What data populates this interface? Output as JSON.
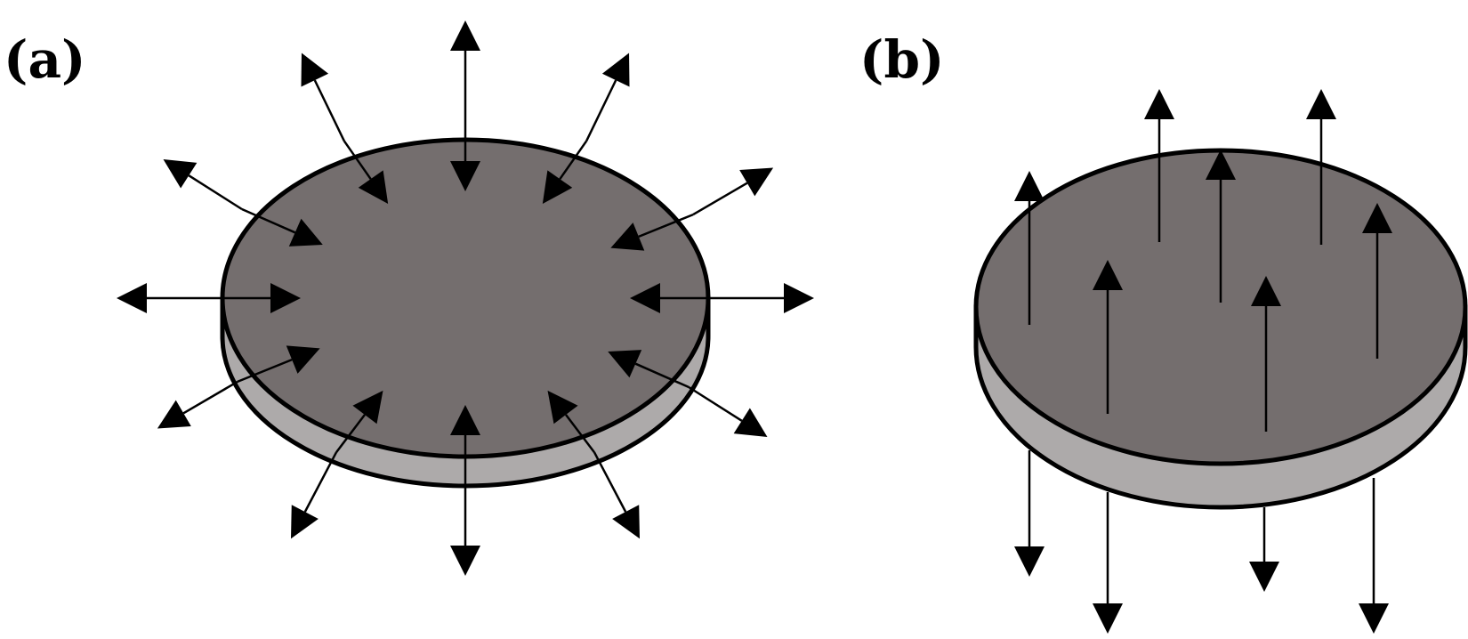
{
  "panels": [
    {
      "label": "(a)",
      "mode": "radial"
    },
    {
      "label": "(b)",
      "mode": "thickness"
    }
  ],
  "colors": {
    "disc_top": "#746e6e",
    "disc_side": "#adaaaa",
    "outline": "#000000",
    "arrow": "#000000"
  }
}
